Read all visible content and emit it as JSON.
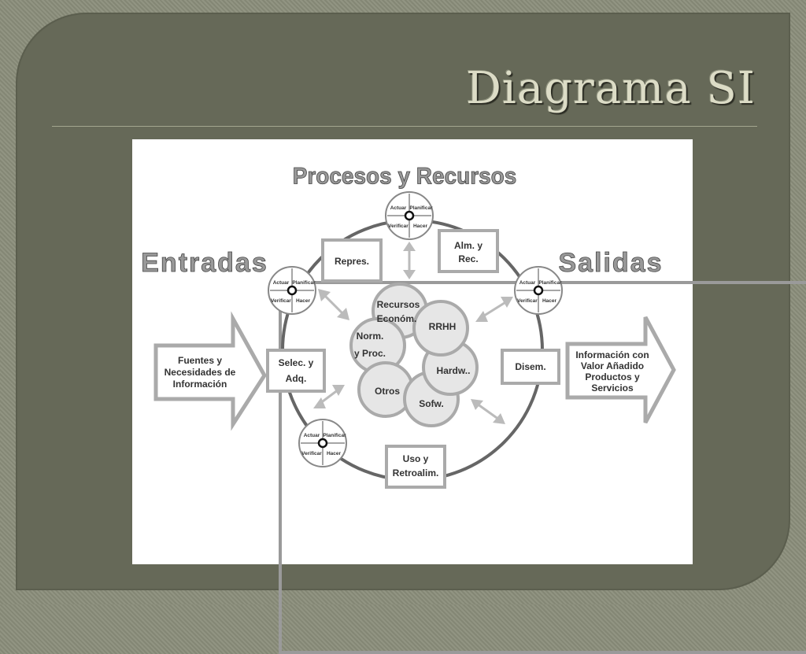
{
  "slide": {
    "title": "Diagrama SI"
  },
  "diagram": {
    "top_label": "Procesos y Recursos",
    "left_label": "Entradas",
    "right_label": "Salidas",
    "input_arrow": [
      "Fuentes y",
      "Necesidades de",
      "Información"
    ],
    "output_arrow": [
      "Información con",
      "Valor Añadido",
      "Productos y",
      "Servicios"
    ],
    "stage_boxes": {
      "repres": [
        "Repres."
      ],
      "alm": [
        "Alm. y",
        "Rec."
      ],
      "selec": [
        "Selec. y",
        "Adq."
      ],
      "disem": [
        "Disem."
      ],
      "uso": [
        "Uso y",
        "Retroalim."
      ]
    },
    "resources": {
      "recursos": [
        "Recursos",
        "Económ."
      ],
      "rrhh": [
        "RRHH"
      ],
      "norm": [
        "Norm.",
        "y Proc."
      ],
      "hardw": [
        "Hardw.."
      ],
      "otros": [
        "Otros"
      ],
      "sofw": [
        "Sofw."
      ]
    },
    "pdca": {
      "actuar": "Actuar",
      "planificar": "Planificar",
      "verificar": "Verificar",
      "hacer": "Hacer"
    },
    "colors": {
      "box_border": "#a8a8a8",
      "circle_fill": "#e6e6e6",
      "ring": "#666666",
      "label_gray": "#999999"
    }
  }
}
